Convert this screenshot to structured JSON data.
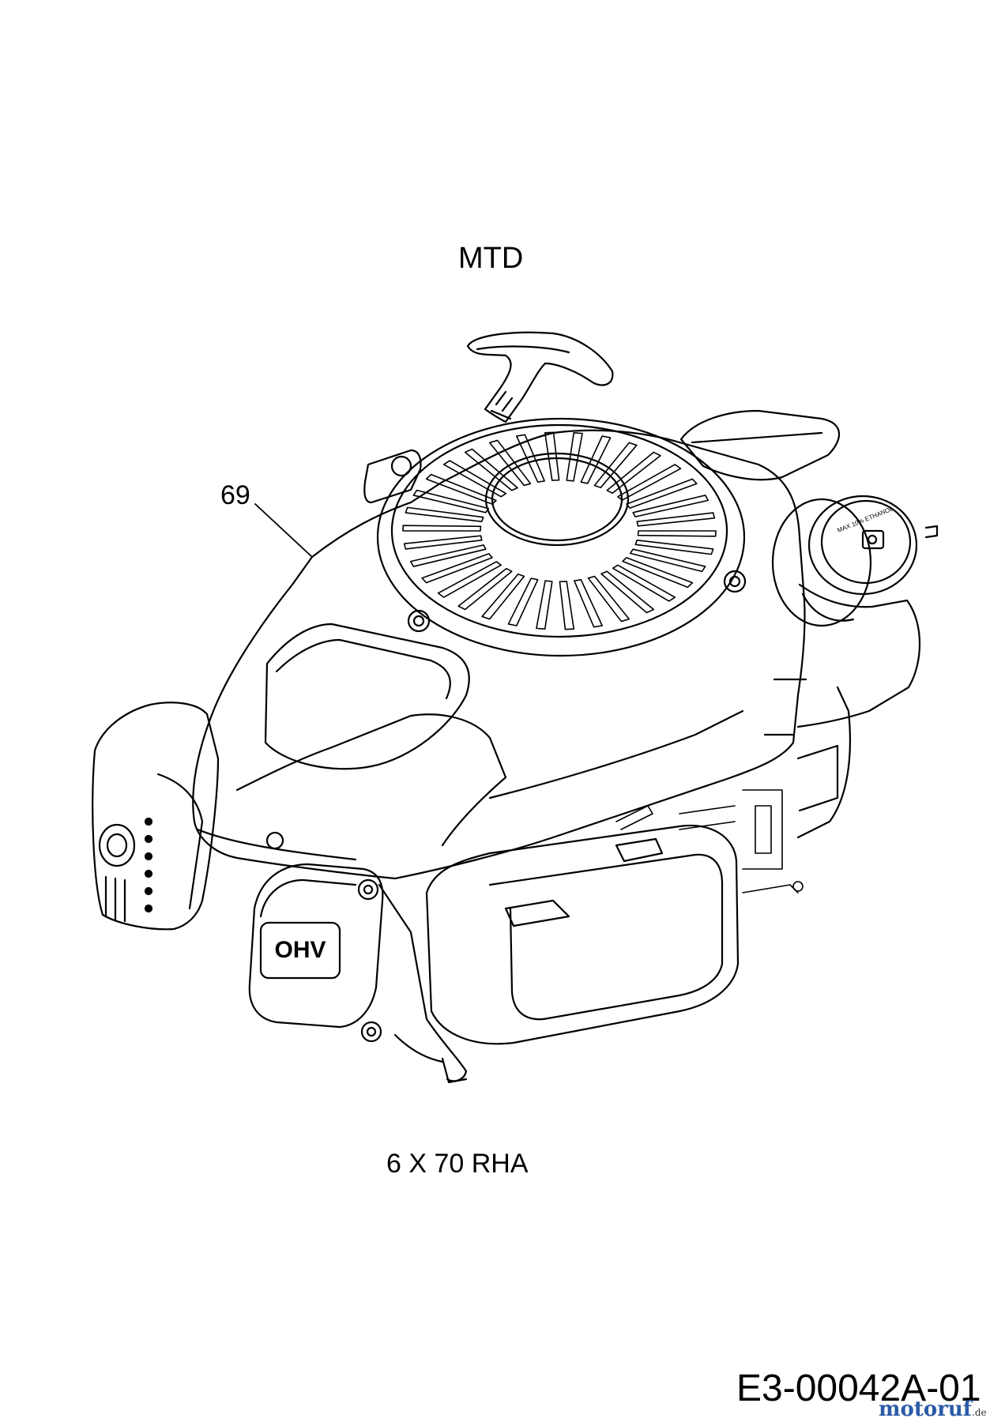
{
  "diagram": {
    "brand": "MTD",
    "callouts": [
      {
        "id": "69",
        "label": "69",
        "target": "engine-shroud"
      }
    ],
    "specification": "6 X 70 RHA",
    "drawing_code": "E3-00042A-01",
    "engine_badge": "OHV",
    "fuel_cap_text": "MAX 10% ETHANOL"
  },
  "watermark": {
    "name": "motoruf",
    "tld": ".de",
    "color": "#2a5aa6"
  }
}
